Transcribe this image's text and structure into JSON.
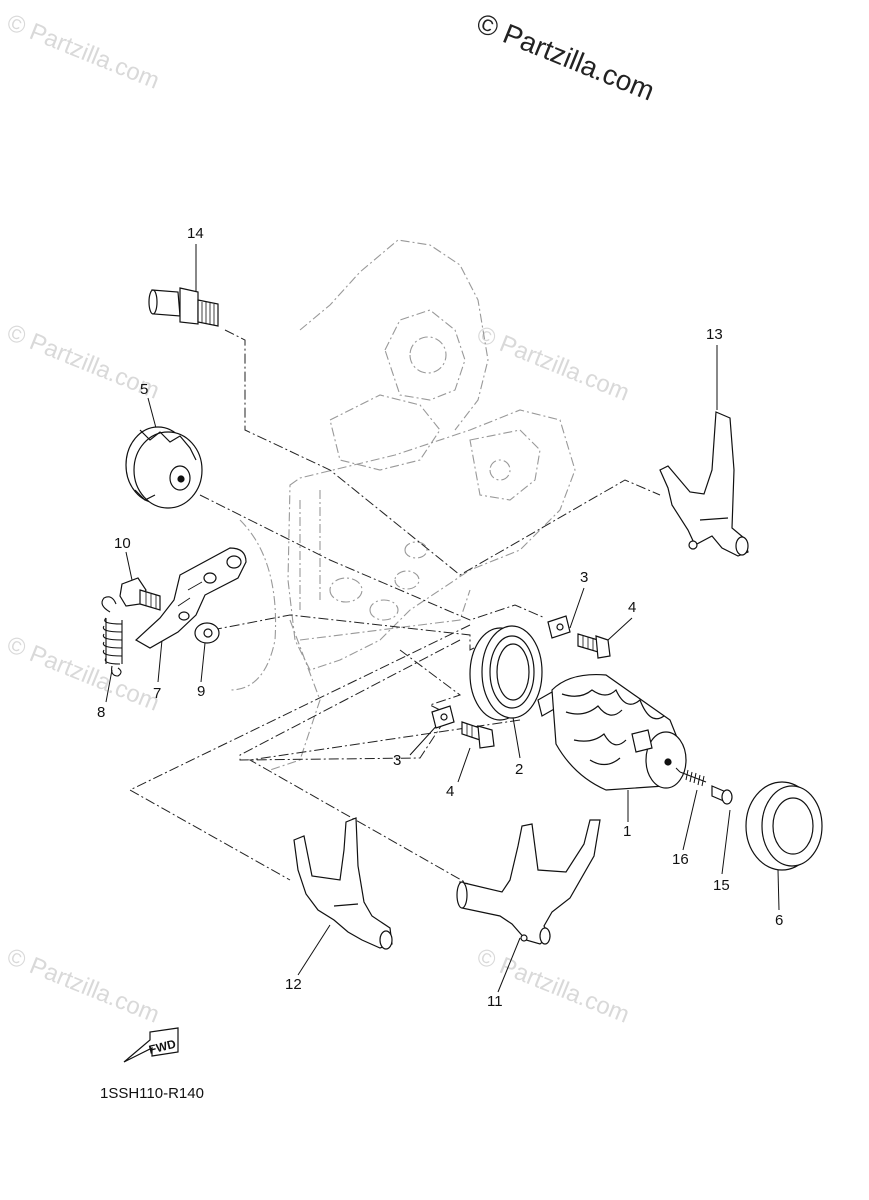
{
  "watermark": {
    "top_text": "© Partzilla.com",
    "repeat_text": "© Partzilla.com"
  },
  "callouts": {
    "p1": "1",
    "p2": "2",
    "p3a": "3",
    "p3b": "3",
    "p4a": "4",
    "p4b": "4",
    "p5": "5",
    "p6": "6",
    "p7": "7",
    "p8": "8",
    "p9": "9",
    "p10": "10",
    "p11": "11",
    "p12": "12",
    "p13": "13",
    "p14": "14",
    "p15": "15",
    "p16": "16"
  },
  "fwd_label": "FWD",
  "diagram_code": "1SSH110-R140"
}
